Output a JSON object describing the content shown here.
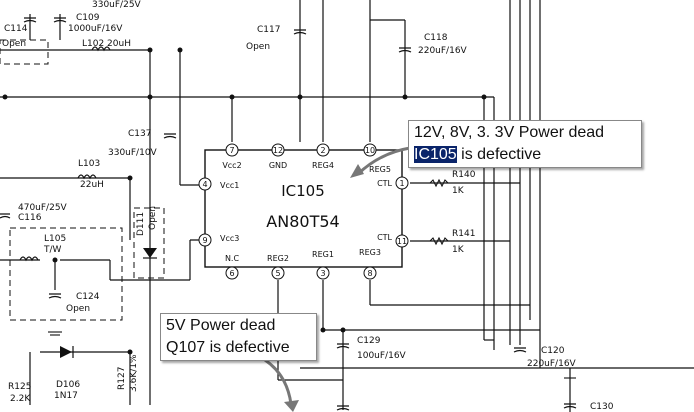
{
  "ic": {
    "ref": "IC105",
    "part": "AN80T54",
    "pins_top": [
      {
        "num": "7",
        "name": "Vcc2"
      },
      {
        "num": "12",
        "name": "GND"
      },
      {
        "num": "2",
        "name": "REG4"
      },
      {
        "num": "10",
        "name": "REG5"
      }
    ],
    "pins_bottom": [
      {
        "num": "6",
        "name": "N.C"
      },
      {
        "num": "5",
        "name": "REG2"
      },
      {
        "num": "3",
        "name": "REG1"
      },
      {
        "num": "8",
        "name": "REG3"
      }
    ],
    "pins_left": [
      {
        "num": "4",
        "name": "Vcc1"
      },
      {
        "num": "9",
        "name": "Vcc3"
      }
    ],
    "pins_right": [
      {
        "num": "1",
        "name": "CTL"
      },
      {
        "num": "11",
        "name": "CTL"
      }
    ]
  },
  "components": {
    "c113_val": "330uF/25V",
    "c109_ref": "C109",
    "c109_val": "1000uF/16V",
    "c114_ref": "C114",
    "c114_note": "Open",
    "l102": "L102  20uH",
    "c117_ref": "C117",
    "c117_note": "Open",
    "c118_ref": "C118",
    "c118_val": "220uF/16V",
    "c137_ref": "C137",
    "c137_val": "330uF/10V",
    "l103_ref": "L103",
    "l103_val": "22uH",
    "c115_val": "470uF/25V",
    "c116_ref": "C116",
    "l105_ref": "L105",
    "l105_val": "T/W",
    "d111_ref": "D111",
    "d111_note": "Open",
    "c124_ref": "C124",
    "c124_note": "Open",
    "r140_ref": "R140",
    "r140_val": "1K",
    "r141_ref": "R141",
    "r141_val": "1K",
    "c129_ref": "C129",
    "c129_val": "100uF/16V",
    "c120_ref": "C120",
    "c120_val": "220uF/16V",
    "c130_ref": "C130",
    "r125_ref": "R125",
    "r125_val": "2.2K",
    "d106_ref": "D106",
    "d106_val": "1N17",
    "r127_ref": "R127",
    "r127_val": "3.6K/1%"
  },
  "callout1": {
    "line1": "12V, 8V, 3. 3V Power dead",
    "highlight": "IC105",
    "rest": " is defective"
  },
  "callout2": {
    "line1": "5V Power dead",
    "line2": "Q107 is defective"
  }
}
